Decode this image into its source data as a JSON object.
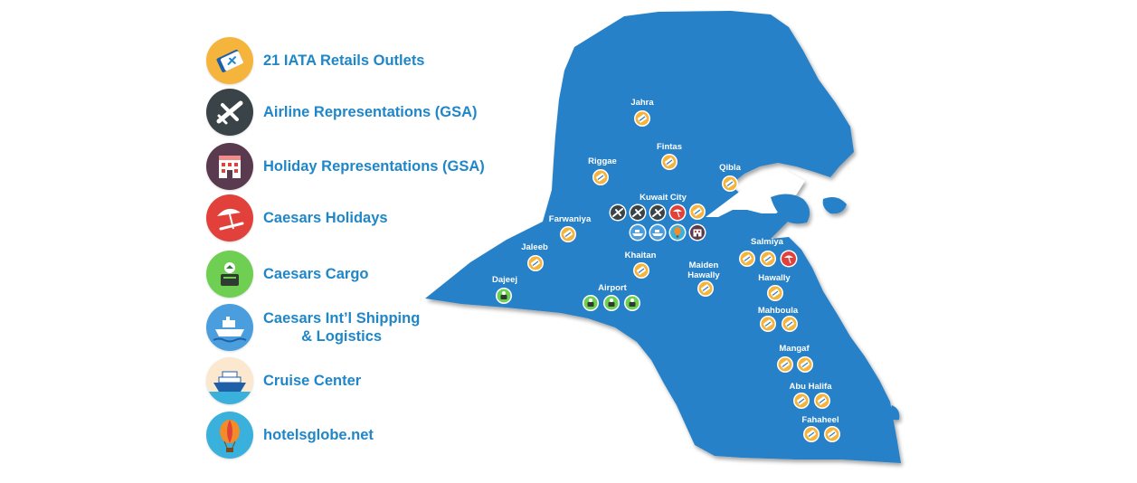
{
  "legend": {
    "items": [
      {
        "label": "21 IATA Retails Outlets",
        "icon": "ticket-icon",
        "color": "#f5b43c"
      },
      {
        "label": "Airline Representations (GSA)",
        "icon": "airplane-icon",
        "color": "#3a4348"
      },
      {
        "label": "Holiday Representations (GSA)",
        "icon": "hotel-icon",
        "color": "#5a3a4e"
      },
      {
        "label": "Caesars Holidays",
        "icon": "beach-umbrella-icon",
        "color": "#e2413b"
      },
      {
        "label": "Caesars Cargo",
        "icon": "cargo-icon",
        "color": "#6fcf52"
      },
      {
        "label_line1": "Caesars Int’l Shipping",
        "label_line2": "& Logistics",
        "icon": "ship-icon",
        "color": "#4a9ede"
      },
      {
        "label": "Cruise Center",
        "icon": "cruise-ship-icon",
        "color": "#fbe8cf"
      },
      {
        "label": "hotelsglobe.net",
        "icon": "hot-air-balloon-icon",
        "color": "#39b1dc"
      }
    ]
  },
  "map": {
    "land_color": "#2581c8",
    "locations": {
      "jahra": "Jahra",
      "fintas": "Fintas",
      "riggae": "Riggae",
      "qibla": "Qibla",
      "kuwait_city": "Kuwait City",
      "farwaniya": "Farwaniya",
      "jaleeb": "Jaleeb",
      "khaitan": "Khaitan",
      "maiden": "Maiden",
      "hawally_line2": "Hawally",
      "dajeej": "Dajeej",
      "airport": "Airport",
      "salmiya": "Salmiya",
      "hawally": "Hawally",
      "mahboula": "Mahboula",
      "mangaf": "Mangaf",
      "abu_halifa": "Abu Halifa",
      "fahaheel": "Fahaheel"
    }
  }
}
